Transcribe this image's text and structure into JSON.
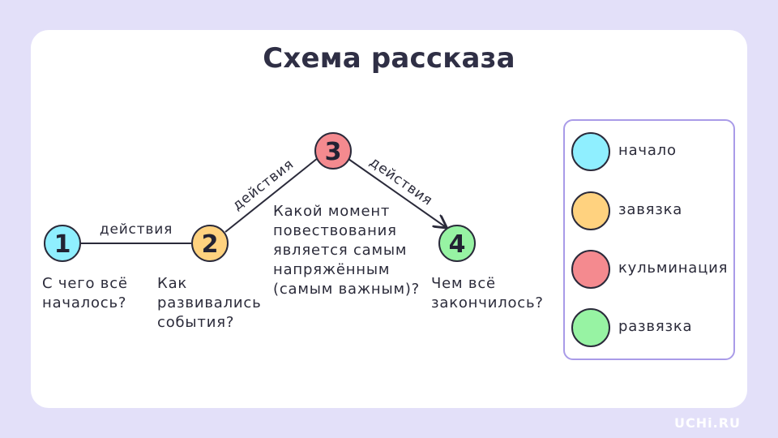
{
  "title": {
    "word1": "Схема",
    "word2": "рассказа"
  },
  "nodes": [
    {
      "number": "1",
      "color": "#8fefff",
      "question": [
        "С чего всё",
        "началось?"
      ]
    },
    {
      "number": "2",
      "color": "#ffd27f",
      "question": [
        "Как",
        "развивались",
        "события?"
      ]
    },
    {
      "number": "3",
      "color": "#f48a8f",
      "question": [
        "Какой момент",
        "повествования",
        "является самым",
        "напряжённым",
        "(самым важным)?"
      ]
    },
    {
      "number": "4",
      "color": "#97f3a3",
      "question": [
        "Чем всё",
        "закончилось?"
      ]
    }
  ],
  "edges": [
    {
      "label": "действия"
    },
    {
      "label": "действия"
    },
    {
      "label": "действия"
    }
  ],
  "legend": [
    {
      "label": "начало",
      "color": "#8fefff"
    },
    {
      "label": "завязка",
      "color": "#ffd27f"
    },
    {
      "label": "кульминация",
      "color": "#f48a8f"
    },
    {
      "label": "развязка",
      "color": "#97f3a3"
    }
  ],
  "brand": "UCHi.RU"
}
